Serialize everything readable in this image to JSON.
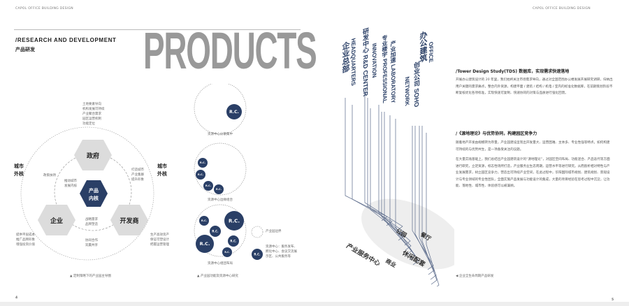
{
  "header": {
    "left": "CAPOL OFFICE BUILDING DESIGN",
    "right": "CAPOL OFFICE BUILDING DESIGN"
  },
  "left_page": {
    "section_en": "/RESEARCH AND DEVELOPMENT",
    "section_cn": "产品研发",
    "big_title": "PRODUCTS",
    "diagram": {
      "top_notes": [
        "土地要素导向",
        "机构发展可持续",
        "产业聚合需求",
        "园区运营机制",
        "功能定位"
      ],
      "left_outer": "城市\n外核",
      "right_outer": "城市\n外核",
      "hex_gov": "政府",
      "hex_ent": "企业",
      "hex_dev": "开发商",
      "hex_core": "产品\n内核",
      "note_left": "政策扶持",
      "note_inner_left": "推动城市\n发展内核",
      "note_right": "打造城市\n产业集群\n提升形象",
      "note_bottom_inner": "战略需求\n品牌塑造",
      "note_bottom": "协同合作\n双赢共享",
      "note_ent": "提供平层成本\n推广品牌形象\n增强投资价值",
      "note_dev": "生产高效资产\n保证可塑设计\n把握运营管理",
      "caption": "▲ 定制策略下的产业园主导圈"
    },
    "circles": {
      "rc": "R.C.",
      "cap1": "资源中心分散集中",
      "cap2": "资源中心边缘组合",
      "cap3": "资源中心组团布局",
      "legend_boundary": "产业园边界",
      "legend_rc": "资源中心：服务发布、\n孵化中心、会议交流展\n示区、公共服务等",
      "caption": "▲ 产业园功能及资源中心研究"
    },
    "page_number": "4"
  },
  "right_page": {
    "tower_labels": [
      "企业总部",
      "HEADQUARTERS",
      "研发中心 R&D CENTER",
      "INNOVATION",
      "专业楼宇 PROFESSIONAL",
      "产业加速 LABORATORY",
      "NETWORK",
      "创业公司 SOHO",
      "办公建筑",
      "OFFICE"
    ],
    "ground_labels": [
      "产业服务中心",
      "商业",
      "休闲配套",
      "公园",
      "餐厅"
    ],
    "tds_title": "/Tower Design Study(TDS) 数据库，实现需求快速落地",
    "tds_body": "开展办公建筑设计的 20 年里，我们始终关注市场需求导向，通过对全国范围办公楼发展开展研究调研，归纳出用户关键的需求痛点，整合内外资源，构建平面 / 建筑 / 结构 / 机电 / 室内的标准化数据库，在前期策划阶段不断复核优化各项标准，实现快速可复制、快速协同的对策与品质进行强化回馈。",
    "park_title": "/《源地理论》与优势协同，构建园区竞争力",
    "park_body1": "随着地产开发由规模转为存量，产业园建设呈现出开发量大、运营困难、主体多、专业性强等特点，如何构建可持续的与优势共生，是一项备受关注的议题。",
    "park_body2": "在大量实践基础上，我们总结出产业园建筑设计的“源地理论”，对园区空间布局、功能混合、产品迭代等方面进行研究，立足资源，标志性场所打造，产业服务业生态周期，运营水平等进行研究。从而剖析相对特性与产业发展需求，树立园区竞争力，营造出可持续产业空间，在此过程中，华阳国际城市规划、建筑规划、景观设计与专业领域的专业性团队，全面实施产品发展与功能设计的集成，大量的项目经验在思考过程中沉淀，让功能、落地性、城市性、体验感可以被兼顾。",
    "caption": "◀ 企业全生命周期产品研发",
    "page_number": "5"
  },
  "colors": {
    "navy": "#2a3f66",
    "gray_hex": "#dcdcdc",
    "gray_title": "#999999"
  }
}
